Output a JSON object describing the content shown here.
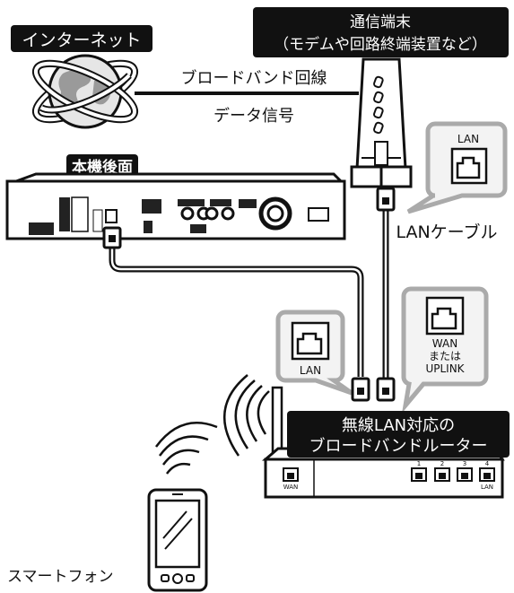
{
  "labels": {
    "internet": "インターネット",
    "modem_line1": "通信端末",
    "modem_line2": "（モデムや回路終端装置など）",
    "broadband_line": "ブロードバンド回線",
    "data_signal": "データ信号",
    "rear_panel": "本機後面",
    "lan_cable": "LANケーブル",
    "router_line1": "無線LAN対応の",
    "router_line2": "ブロードバンドルーター",
    "smartphone": "スマートフォン"
  },
  "callouts": {
    "modem_port": "LAN",
    "router_lan": "LAN",
    "router_wan_1": "WAN",
    "router_wan_2": "または",
    "router_wan_3": "UPLINK"
  },
  "router_panel": {
    "wan": "WAN",
    "lan": "LAN",
    "port_numbers": [
      "1",
      "2",
      "3",
      "4"
    ]
  },
  "colors": {
    "label_bg": "#111111",
    "label_text": "#ffffff",
    "callout_border": "#aaaaaa",
    "line": "#111111"
  },
  "icons": {
    "internet": "globe-icon",
    "wireless": "wifi-waves-icon",
    "port": "lan-port-icon"
  }
}
